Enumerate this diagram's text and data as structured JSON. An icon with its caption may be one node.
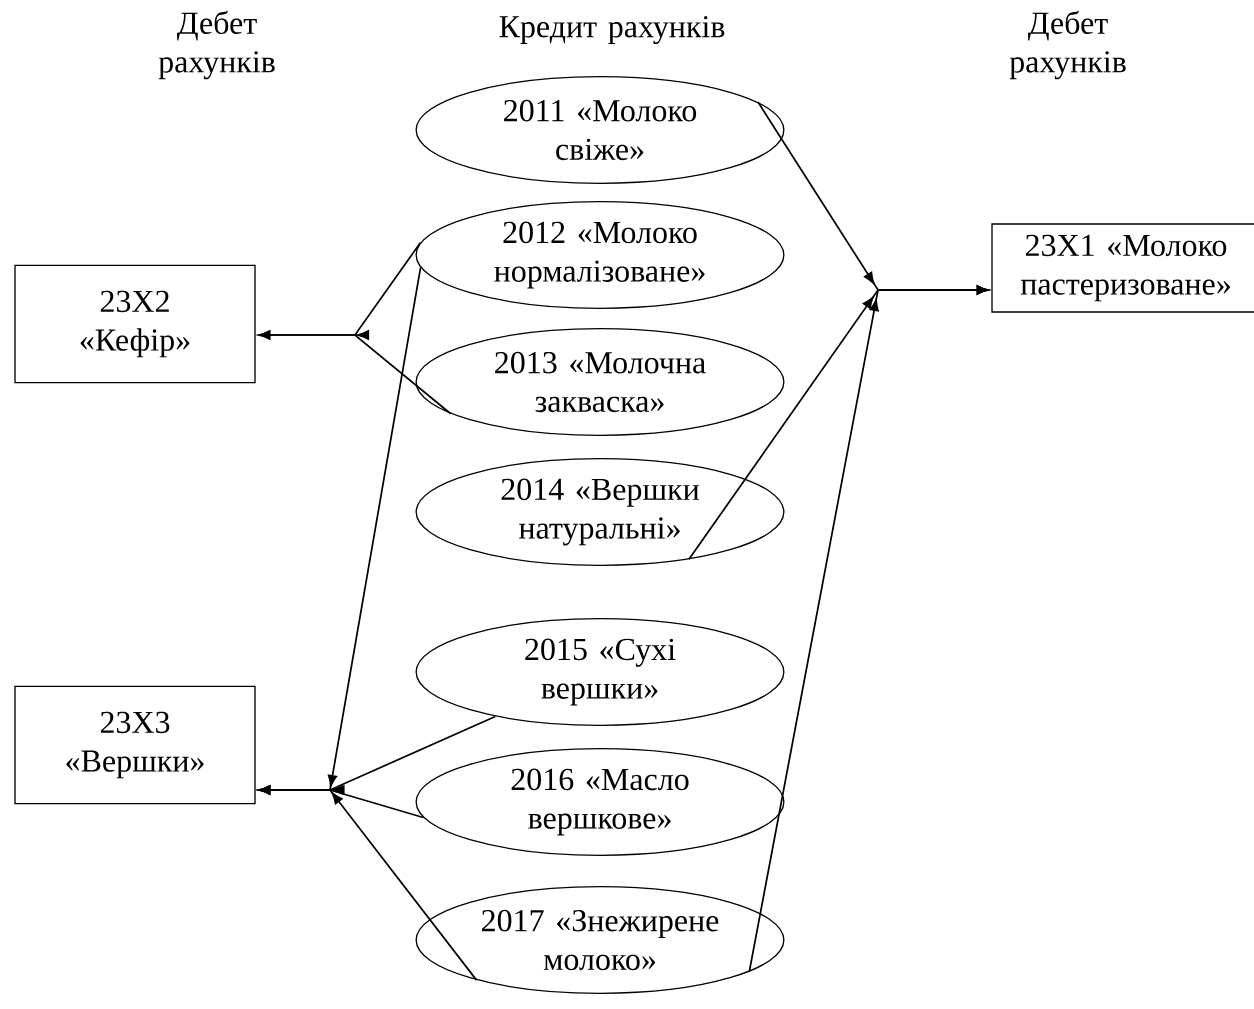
{
  "diagram": {
    "nodes": [
      {
        "text": [
          "2011 «Молоко свіже»"
        ]
      },
      {
        "text": [
          "2012 «Молоко нормалізоване»"
        ]
      },
      {
        "text": [
          "2013 «Молочна закваска»"
        ]
      },
      {
        "text": [
          "2014 «Вершки натуральні»"
        ]
      },
      {
        "text": [
          "2015 «Сухі вершки»"
        ]
      },
      {
        "text": [
          "2016 «Масло вершкове»"
        ]
      },
      {
        "text": [
          "2017 «Знежирене молоко»"
        ]
      },
      {
        "text": [
          "23Х1 «Молоко пастеризоване»"
        ]
      },
      {
        "text": [
          "23Х2 «Кефір»"
        ]
      },
      {
        "text": [
          "23Х3 «Вершки»"
        ]
      }
    ],
    "edges": [
      {
        "from": 0,
        "to": 7,
        "arrow": "to"
      },
      {
        "from": 3,
        "to": 7,
        "arrow": "to"
      },
      {
        "from": 6,
        "to": 7,
        "arrow": "to"
      },
      {
        "from": 1,
        "to": 8,
        "arrow": "to"
      },
      {
        "from": 2,
        "to": 8,
        "arrow": "to"
      },
      {
        "from": 1,
        "to": 9,
        "arrow": "to"
      },
      {
        "from": 4,
        "to": 9,
        "arrow": "to"
      },
      {
        "from": 5,
        "to": 9,
        "arrow": "to"
      },
      {
        "from": 6,
        "to": 9,
        "arrow": "to"
      }
    ],
    "labels": [
      "Дебет рахунків",
      "Кредит рахунків",
      "Дебет рахунків"
    ]
  }
}
